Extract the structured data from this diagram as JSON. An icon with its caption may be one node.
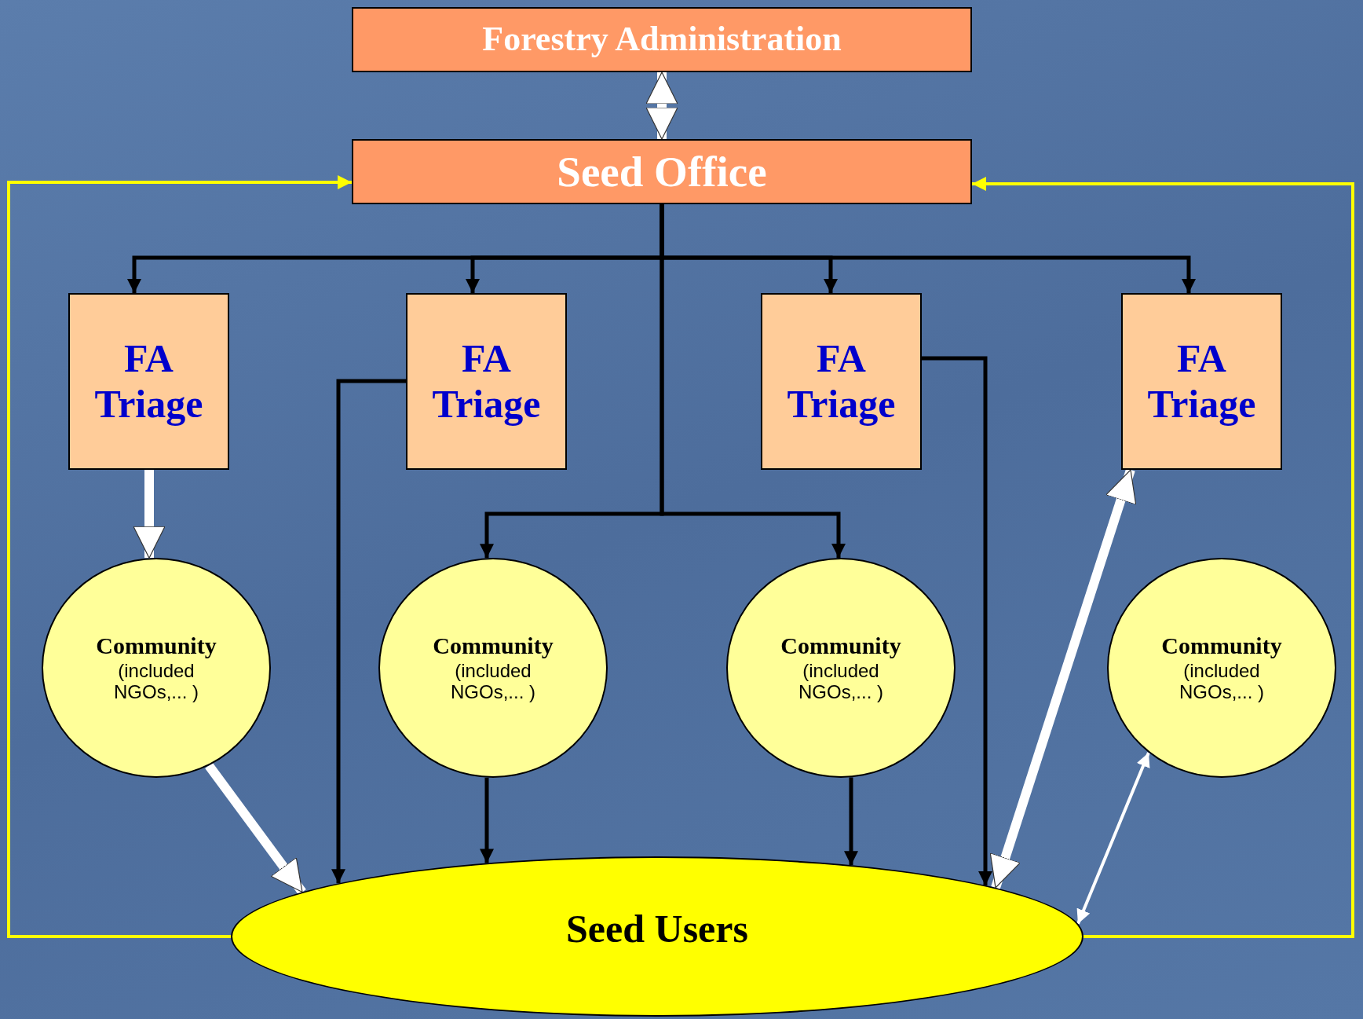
{
  "diagram": {
    "nodes": [
      {
        "text": [
          "Forestry Administration"
        ]
      },
      {
        "text": [
          "Seed Office"
        ]
      },
      {
        "text": [
          "FA Triage"
        ]
      },
      {
        "text": [
          "FA Triage"
        ]
      },
      {
        "text": [
          "FA Triage"
        ]
      },
      {
        "text": [
          "FA Triage"
        ]
      },
      {
        "text": [
          "Community",
          "(included NGOs,... )"
        ]
      },
      {
        "text": [
          "Community",
          "(included NGOs,... )"
        ]
      },
      {
        "text": [
          "Community",
          "(included NGOs,... )"
        ]
      },
      {
        "text": [
          "Community",
          "(included NGOs,... )"
        ]
      },
      {
        "text": [
          "Seed Users"
        ]
      }
    ],
    "edges": [
      {
        "from": 0,
        "to": 1,
        "arrow": "both",
        "style": "thick",
        "color": "#ffffff"
      },
      {
        "from": 1,
        "to": 2,
        "arrow": "to"
      },
      {
        "from": 1,
        "to": 3,
        "arrow": "to"
      },
      {
        "from": 1,
        "to": 4,
        "arrow": "to"
      },
      {
        "from": 1,
        "to": 5,
        "arrow": "to"
      },
      {
        "from": 1,
        "to": 7,
        "arrow": "to"
      },
      {
        "from": 1,
        "to": 8,
        "arrow": "to"
      },
      {
        "from": 2,
        "to": 6,
        "arrow": "to",
        "style": "thick",
        "color": "#ffffff"
      },
      {
        "from": 6,
        "to": 10,
        "arrow": "to",
        "style": "thick",
        "color": "#ffffff"
      },
      {
        "from": 3,
        "to": 10,
        "arrow": "to"
      },
      {
        "from": 7,
        "to": 10,
        "arrow": "to"
      },
      {
        "from": 8,
        "to": 10,
        "arrow": "to"
      },
      {
        "from": 4,
        "to": 10,
        "arrow": "to"
      },
      {
        "from": 5,
        "to": 10,
        "arrow": "both",
        "style": "thick",
        "color": "#ffffff"
      },
      {
        "from": 9,
        "to": 10,
        "arrow": "both",
        "color": "#ffffff"
      },
      {
        "from": 10,
        "to": 1,
        "arrow": "to",
        "color": "#ffff00"
      },
      {
        "from": 10,
        "to": 1,
        "arrow": "to",
        "color": "#ffff00"
      }
    ]
  }
}
